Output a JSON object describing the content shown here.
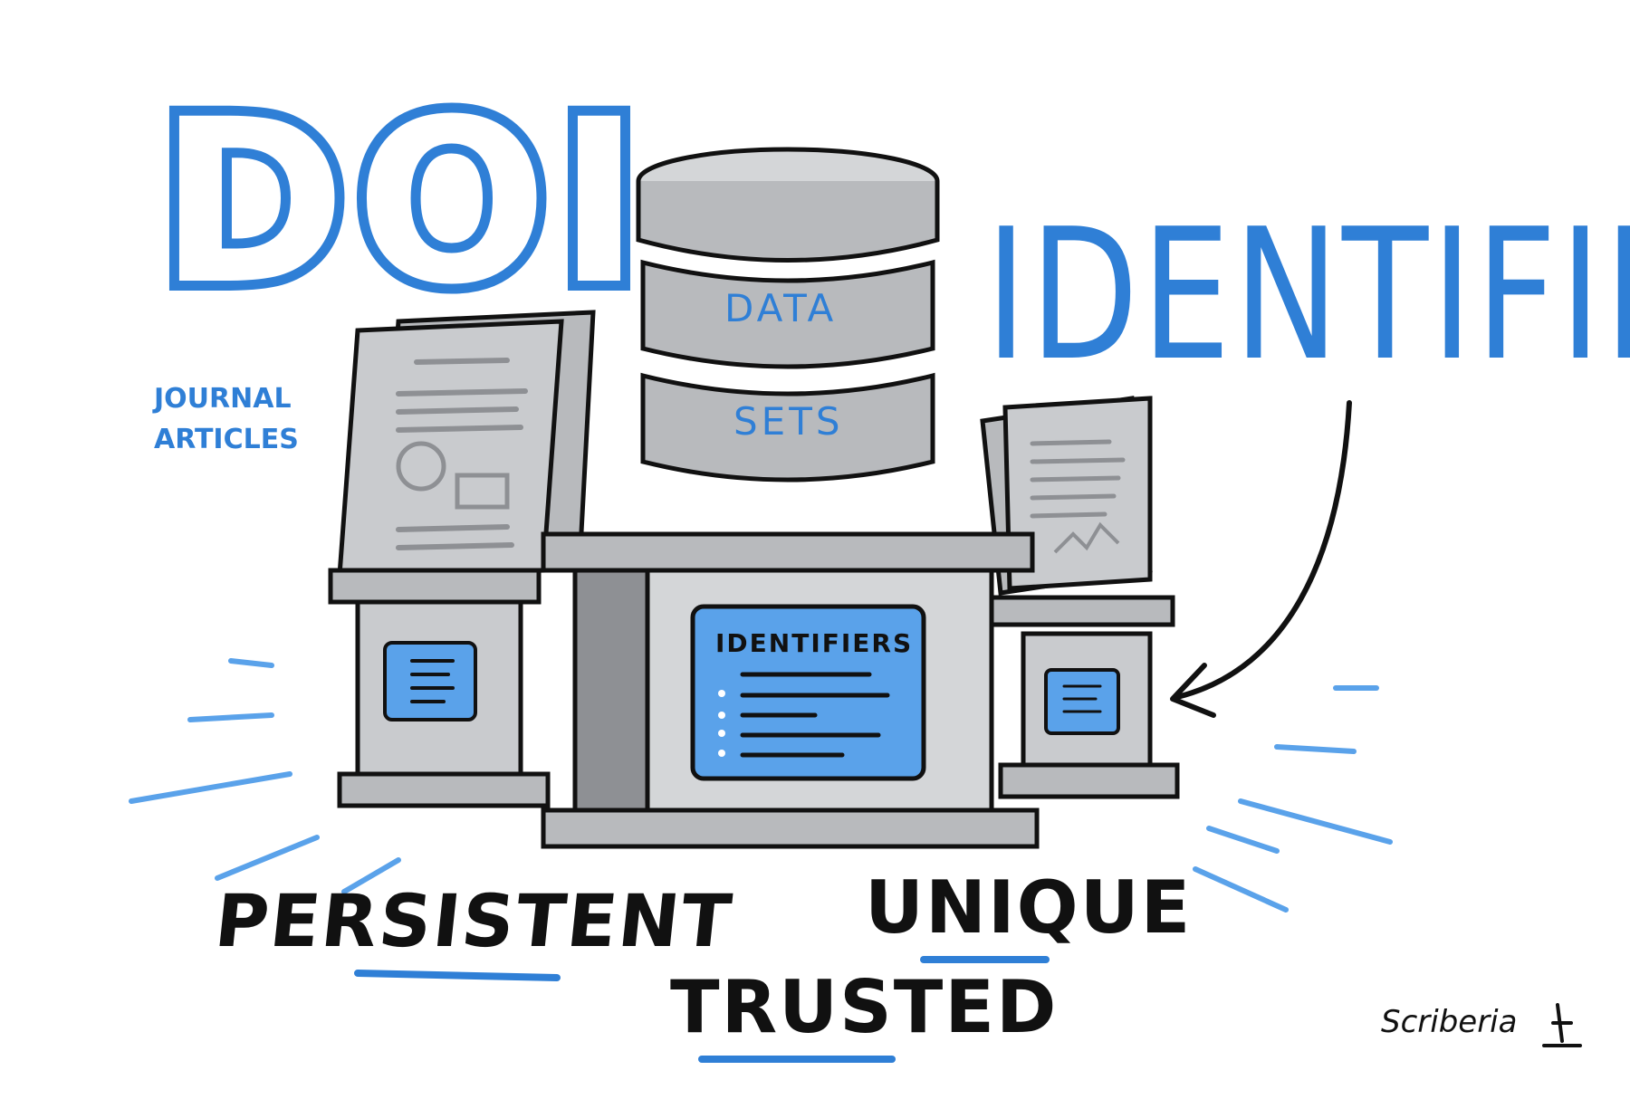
{
  "title_left": "DOI",
  "title_right": "IDENTIFIERS",
  "side_note_line1": "JOURNAL",
  "side_note_line2": "ARTICLES",
  "db_label_top": "DATA",
  "db_label_bottom": "SETS",
  "plaque_title": "IDENTIFIERS",
  "keywords": {
    "persistent": "PERSISTENT",
    "unique": "UNIQUE",
    "trusted": "TRUSTED"
  },
  "signature": "Scriberia",
  "colors": {
    "blue": "#2f7fd6",
    "light_blue": "#5aa2ea",
    "gray": "#b8babd",
    "dark_gray": "#8e9094",
    "ink": "#111111"
  }
}
